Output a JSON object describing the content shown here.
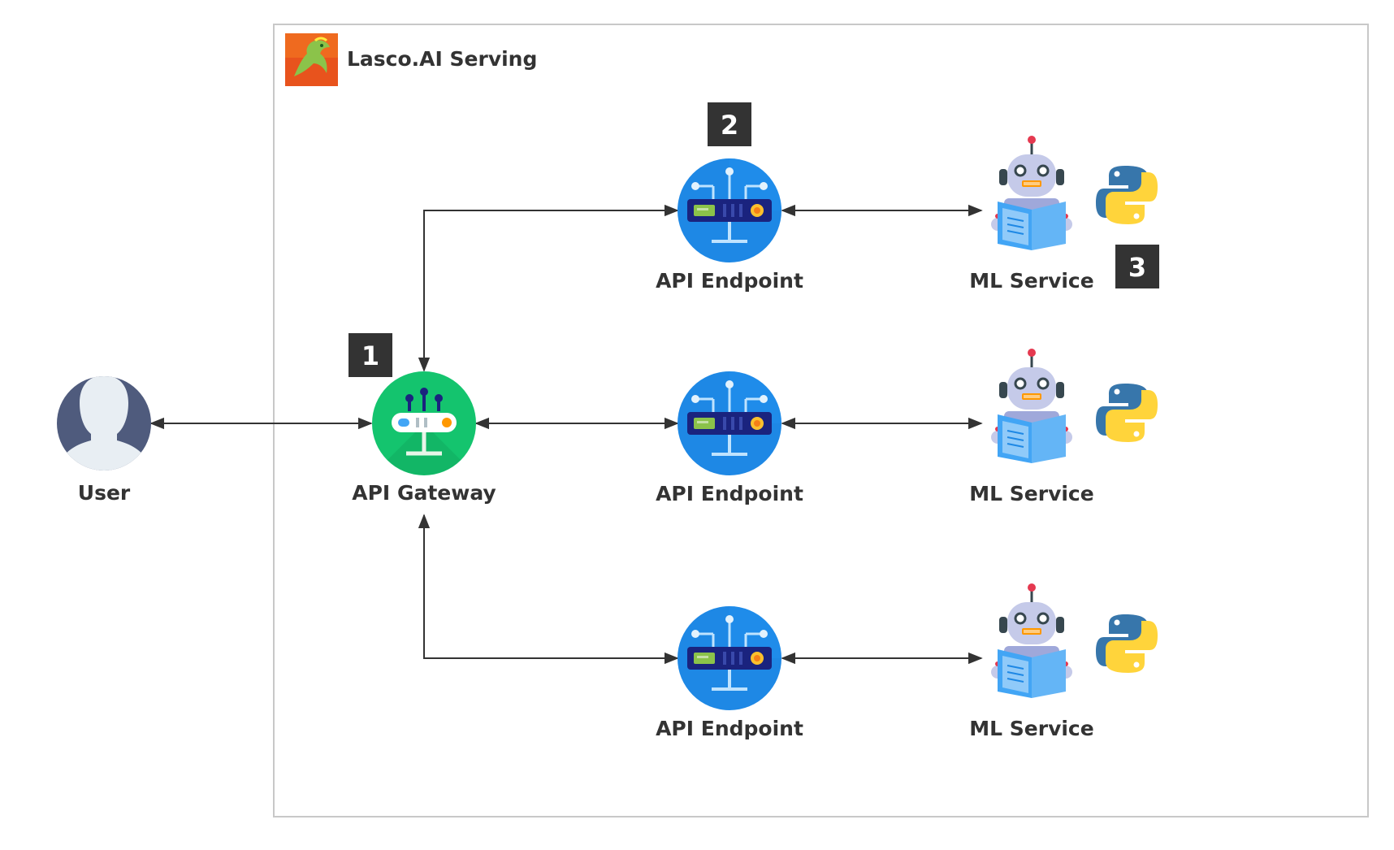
{
  "diagram": {
    "container_title": "Lasco.AI Serving",
    "user_label": "User",
    "gateway_label": "API Gateway",
    "endpoints": [
      {
        "label": "API Endpoint"
      },
      {
        "label": "API Endpoint"
      },
      {
        "label": "API Endpoint"
      }
    ],
    "services": [
      {
        "label": "ML Service"
      },
      {
        "label": "ML Service"
      },
      {
        "label": "ML Service"
      }
    ],
    "badges": [
      "1",
      "2",
      "3"
    ],
    "icons": {
      "logo": "lasco-horse-logo-icon",
      "user": "user-avatar-icon",
      "gateway": "api-gateway-router-icon",
      "endpoint": "api-endpoint-server-icon",
      "service": "robot-reading-book-icon",
      "language": "python-logo-icon"
    },
    "colors": {
      "border": "#c8c8c8",
      "line": "#333333",
      "badge": "#333333",
      "gateway": "#14c46e",
      "endpoint": "#1e88e5",
      "user": "#4f5b7d"
    }
  }
}
